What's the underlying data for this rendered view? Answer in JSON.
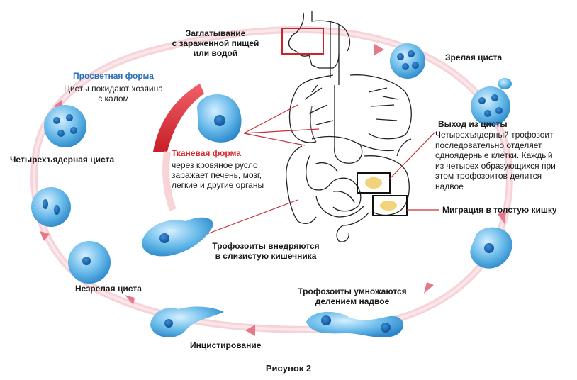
{
  "labels": {
    "ingestion": "Заглатывание\nс зараженной пищей\nили водой",
    "mature_cyst": "Зрелая циста",
    "luminal_title": "Просветная форма",
    "luminal_text": "Цисты покидают хозяина\nс калом",
    "four_nucleus_cyst": "Четырехъядерная циста",
    "tissue_title": "Тканевая форма",
    "tissue_text": "через кровяное русло\nзаражает печень, мозг,\nлегкие и другие органы",
    "excyst_title": "Выход из цисты",
    "excyst_text": "Четырехъядерный трофозоит\nпоследовательно отделяет\nодноядерные клетки. Каждый\nиз четырех образующихся при\nэтом трофозоитов делится\nнадвое",
    "migration": "Миграция в толстую кишку",
    "trophozoites_invade": "Трофозоиты внедряются\nв слизистую кишечника",
    "immature_cyst": "Незрелая циста",
    "trophozoites_multiply": "Трофозоиты умножаются\nделением надвое",
    "encystation": "Инцистирование"
  },
  "caption": "Рисунок 2",
  "colors": {
    "cycle_arrow": "#f3c6cc",
    "arrow_head": "#e6788a",
    "accent_red": "#d8262b",
    "luminal_blue": "#2a6fb5",
    "cell_fill": "#5fb6e8",
    "cell_dark": "#1f6fb0",
    "pointer_line": "#c8303a"
  }
}
